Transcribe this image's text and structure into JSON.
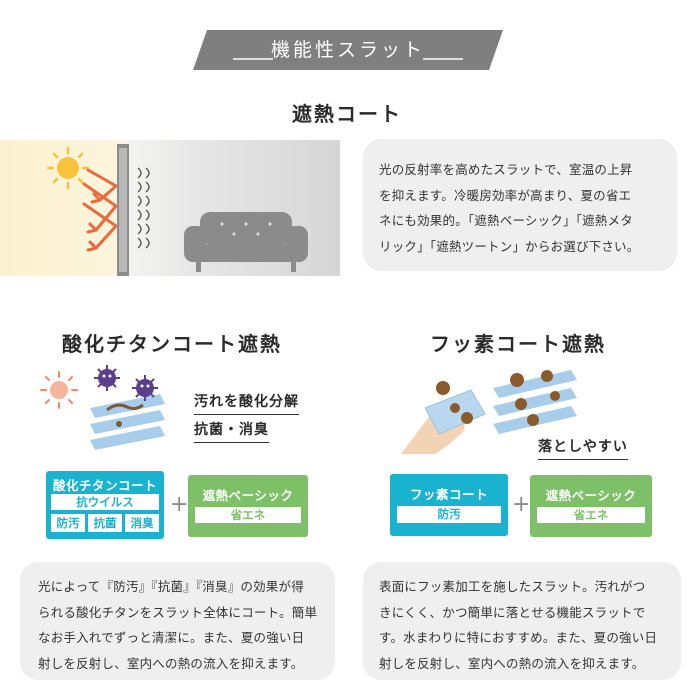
{
  "banner": {
    "title": "機能性スラット"
  },
  "heat": {
    "title": "遮熱コート",
    "desc": [
      "光の反射率を高めたスラットで、室温の上昇",
      "を抑えます。冷暖房効率が高まり、夏の省エ",
      "ネにも効果的。「遮熱ベーシック」「遮熱メタ",
      "リック」「遮熱ツートン」からお選び下さい。"
    ]
  },
  "titanium": {
    "title": "酸化チタンコート遮熱",
    "label1": "汚れを酸化分解",
    "label2": "抗菌・消臭",
    "box_title": "酸化チタンコート",
    "box_sub": "抗ウイルス",
    "box_tags": [
      "防汚",
      "抗菌",
      "消臭"
    ],
    "plus": "+",
    "green_title": "遮熱ベーシック",
    "green_sub": "省エネ",
    "desc": [
      "光によって『防汚』『抗菌』『消臭』の効果が得",
      "られる酸化チタンをスラット全体にコート。簡単",
      "なお手入れでずっと清潔に。また、夏の強い日",
      "射しを反射し、室内への熱の流入を抑えます。"
    ]
  },
  "fluorine": {
    "title": "フッ素コート遮熱",
    "label": "落としやすい",
    "box_title": "フッ素コート",
    "box_sub": "防汚",
    "plus": "+",
    "green_title": "遮熱ベーシック",
    "green_sub": "省エネ",
    "desc": [
      "表面にフッ素加工を施したスラット。汚れがつ",
      "きにくく、かつ簡単に落とせる機能スラットで",
      "す。水まわりに特におすすめ。また、夏の強い日",
      "射しを反射し、室内への熱の流入を抑えます。"
    ]
  },
  "colors": {
    "banner": "#7f7f7f",
    "card": "#efefef",
    "teal": "#19b3cf",
    "green": "#7dc067",
    "arrow": "#e96a3a",
    "virus": "#5a3f8c"
  },
  "icons": [
    "sun-icon",
    "window-pane-icon",
    "sofa-icon",
    "virus-icon",
    "slat-icon",
    "hand-icon",
    "stain-icon"
  ]
}
